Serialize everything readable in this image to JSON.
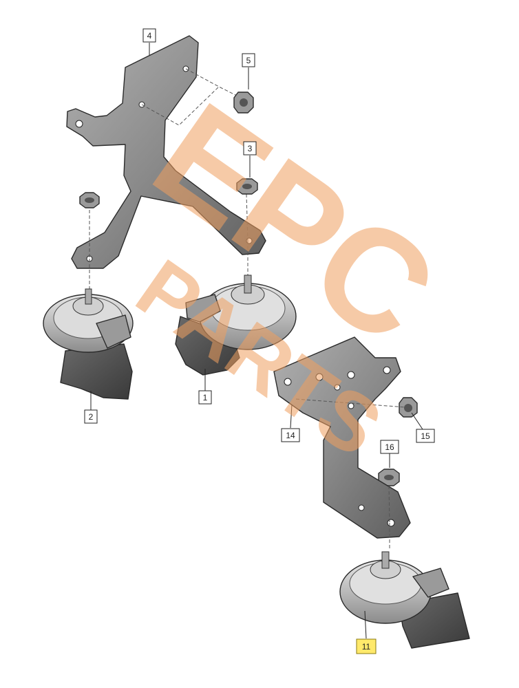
{
  "callouts": [
    {
      "id": "c4",
      "label": "4",
      "highlight": false
    },
    {
      "id": "c5",
      "label": "5",
      "highlight": false
    },
    {
      "id": "c3",
      "label": "3",
      "highlight": false
    },
    {
      "id": "c2",
      "label": "2",
      "highlight": false
    },
    {
      "id": "c1",
      "label": "1",
      "highlight": false
    },
    {
      "id": "c14",
      "label": "14",
      "highlight": false
    },
    {
      "id": "c15",
      "label": "15",
      "highlight": false
    },
    {
      "id": "c16",
      "label": "16",
      "highlight": false
    },
    {
      "id": "c11",
      "label": "11",
      "highlight": true
    }
  ],
  "watermark": {
    "line1": "EPC",
    "line2": "PARTS",
    "color": "#f0a060"
  },
  "colors": {
    "part_fill": "#8a8a8a",
    "part_dark": "#4a4a4a",
    "part_light": "#c8c8c8",
    "highlight": "#ffe96b"
  }
}
